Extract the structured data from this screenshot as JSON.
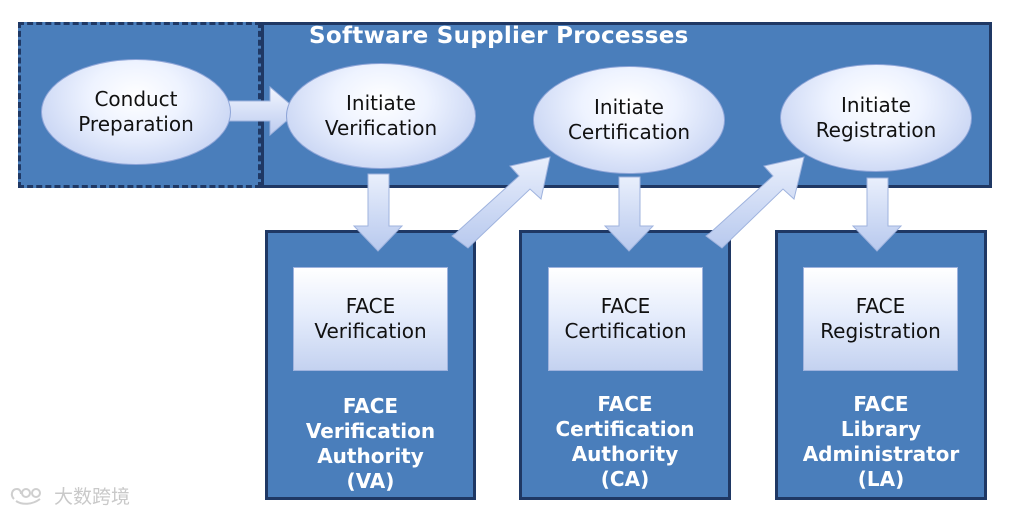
{
  "header": {
    "title": "Software Supplier Processes"
  },
  "nodes": {
    "conduct_preparation": "Conduct\nPreparation",
    "initiate_verification": "Initiate\nVerification",
    "initiate_certification": "Initiate\nCertification",
    "initiate_registration": "Initiate\nRegistration"
  },
  "authorities": [
    {
      "process": "FACE\nVerification",
      "name": "FACE\nVerification\nAuthority\n(VA)"
    },
    {
      "process": "FACE\nCertification",
      "name": "FACE\nCertification\nAuthority\n(CA)"
    },
    {
      "process": "FACE\nRegistration",
      "name": "FACE\nLibrary\nAdministrator\n(LA)"
    }
  ],
  "watermark": {
    "text": "大数跨境",
    "icon": "watermark-logo-icon"
  },
  "colors": {
    "panel_fill": "#4a7ebb",
    "panel_border": "#1f3864",
    "arrow_fill": "#c9d7f2",
    "node_fill": "#dfe8fb"
  }
}
